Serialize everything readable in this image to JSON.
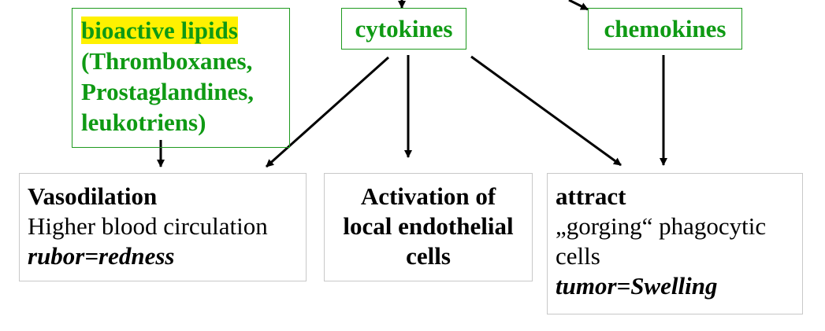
{
  "nodes": {
    "lipids": {
      "highlight": "bioactive lipids",
      "line2": "(Thromboxanes,",
      "line3": "Prostaglandines,",
      "line4": "leukotriens)"
    },
    "cytokines": {
      "label": "cytokines"
    },
    "chemokines": {
      "label": "chemokines"
    },
    "vasodilation": {
      "title": "Vasodilation",
      "line2": "Higher blood circulation",
      "line3": "rubor=redness"
    },
    "activation": {
      "line1": "Activation of",
      "line2": "local endothelial",
      "line3": "cells"
    },
    "attract": {
      "title": "attract",
      "line2": "„gorging“ phagocytic",
      "line3": "cells",
      "line4": "tumor=Swelling"
    }
  },
  "colors": {
    "green_text": "#0f9a14",
    "green_border": "#1e9a1e",
    "highlight": "#fff100",
    "arrow": "#000000"
  }
}
